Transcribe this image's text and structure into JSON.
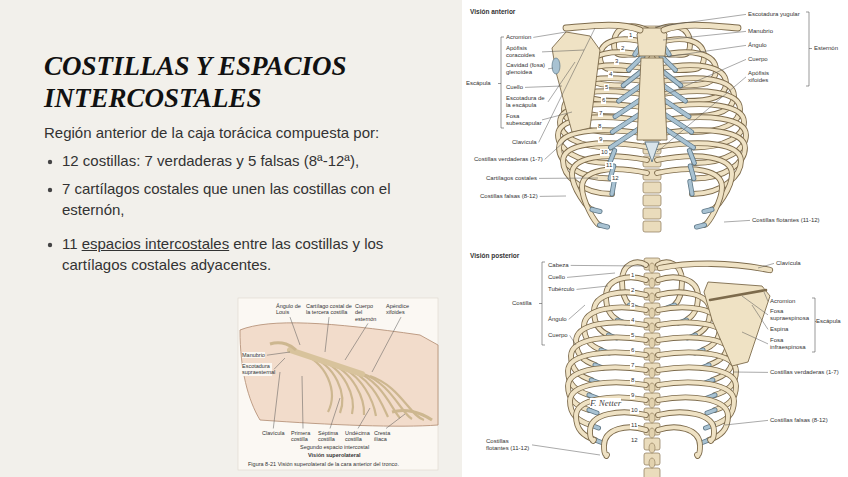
{
  "diagram": {
    "title": "COSTILLAS Y ESPACIOS INTERCOSTALES",
    "labels": [
      "Región anterior de la caja torácica compuesta por:",
      "12 costillas: 7 verdaderas y 5 falsas (8ª-12ª),",
      "7 cartílagos costales que unen las costillas con el esternón,",
      "11",
      "espacios intercostales",
      "entre las costillas y los cartílagos costales adyacentes.",
      "Ángulo de Louis",
      "Cartílago costal de la tercera costilla",
      "Cuerpo del esternón",
      "Apéndice xifoides",
      "Manubrio",
      "Escotadura supraesternal",
      "Clavícula",
      "Primera costilla",
      "Séptima costilla",
      "Undécima costilla",
      "Cresta ilíaca",
      "Segundo espacio intercostal",
      "Visión superolateral",
      "Figura 8-21 Visión superolateral de la cara anterior del tronco.",
      "Visión anterior",
      "Acromion",
      "Apófisis coracoides",
      "Cavidad (fosa) glenoidea",
      "Cuello",
      "Escotadura de la escápula",
      "Fosa subescapular",
      "Escápula",
      "Clavícula",
      "Costillas verdaderas (1-7)",
      "Cartílagos costales",
      "Costillas falsas (8-12)",
      "Escotadura yugular",
      "Manubrio",
      "Ángulo",
      "Cuerpo",
      "Apófisis xifoides",
      "Esternón",
      "Costillas flotantes (11-12)",
      "1",
      "2",
      "3",
      "4",
      "5",
      "6",
      "7",
      "8",
      "9",
      "10",
      "11",
      "12",
      "Visión posterior",
      "Cabeza",
      "Cuello",
      "Tubérculo",
      "Costilla",
      "Ángulo",
      "Cuerpo",
      "Clavícula",
      "Acromion",
      "Fosa supraespinosa",
      "Espina",
      "Fosa infraespinosa",
      "Escápula",
      "Costillas verdaderas (1-7)",
      "Costillas falsas (8-12)",
      "Costillas flotantes (11-12)",
      "1",
      "2",
      "3",
      "4",
      "5",
      "6",
      "7",
      "8",
      "9",
      "10",
      "11",
      "12",
      "F. Netter"
    ]
  }
}
